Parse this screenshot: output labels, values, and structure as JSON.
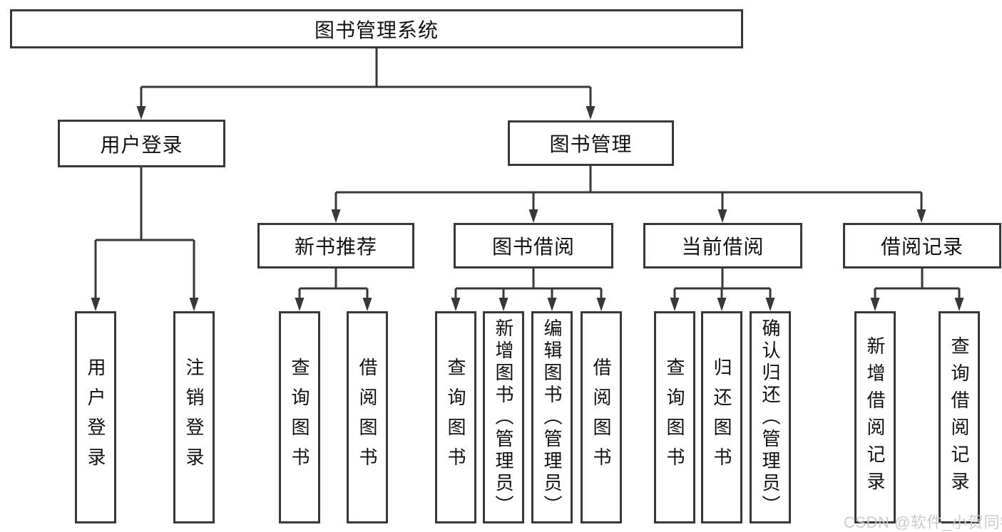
{
  "tree": {
    "label": "图书管理系统",
    "children": [
      {
        "label": "用户登录",
        "children": [
          {
            "label": "用户登录"
          },
          {
            "label": "注销登录"
          }
        ]
      },
      {
        "label": "图书管理",
        "children": [
          {
            "label": "新书推荐",
            "children": [
              {
                "label": "查询图书"
              },
              {
                "label": "借阅图书"
              }
            ]
          },
          {
            "label": "图书借阅",
            "children": [
              {
                "label": "查询图书"
              },
              {
                "label": "新增图书（管理员）"
              },
              {
                "label": "编辑图书（管理员）"
              },
              {
                "label": "借阅图书"
              }
            ]
          },
          {
            "label": "当前借阅",
            "children": [
              {
                "label": "查询图书"
              },
              {
                "label": "归还图书"
              },
              {
                "label": "确认归还（管理员）"
              }
            ]
          },
          {
            "label": "借阅记录",
            "children": [
              {
                "label": "新增借阅记录"
              },
              {
                "label": "查询借阅记录"
              }
            ]
          }
        ]
      }
    ]
  },
  "watermark": {
    "text": "CSDN @软件_小贺同学"
  },
  "colors": {
    "line": "#383838",
    "text": "#111111",
    "watermark": "#cbcbcb",
    "background": "#ffffff"
  }
}
